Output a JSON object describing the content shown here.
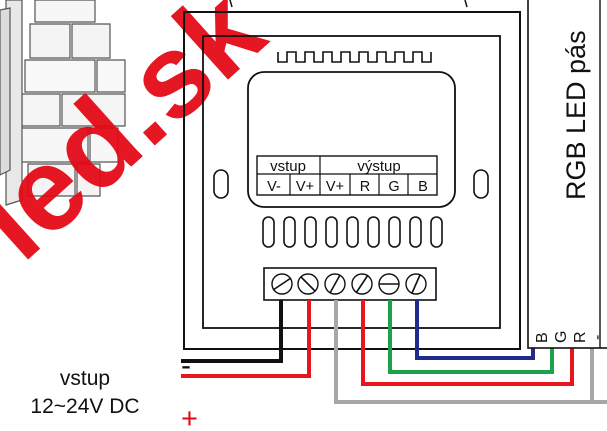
{
  "watermark": {
    "text": "led.sk",
    "color": "#e30613"
  },
  "controller": {
    "table_headers": [
      "vstup",
      "výstup"
    ],
    "terminals": [
      "V-",
      "V+",
      "V+",
      "R",
      "G",
      "B"
    ]
  },
  "strip": {
    "title": "RGB LED pás",
    "connectors": [
      "B",
      "G",
      "R",
      "-"
    ]
  },
  "input_label": {
    "line1": "vstup",
    "line2": "12~24V DC"
  },
  "polarity": {
    "minus": "-",
    "plus": "+"
  },
  "wire_colors": {
    "black": "#111111",
    "red": "#e8141e",
    "gray": "#a7a7a7",
    "green": "#1aa34a",
    "blue": "#1f2a8c"
  }
}
